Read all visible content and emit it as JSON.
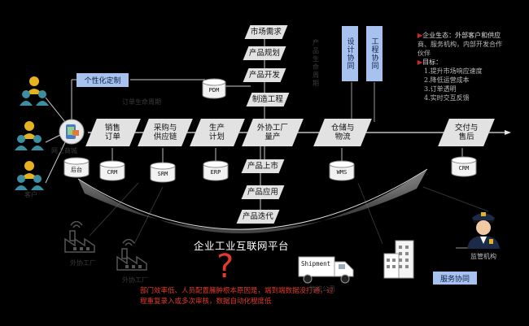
{
  "process_steps": {
    "sales": "销售\n订单",
    "procurement": "采购与\n供应链",
    "production": "生产\n计划",
    "outsourcing": "外协工厂\n量产",
    "warehouse": "仓储与\n物流",
    "delivery": "交付与\n售后"
  },
  "design_steps": [
    "市场需求",
    "产品规划",
    "产品开发",
    "制造工程"
  ],
  "lifecycle_steps": [
    "产品上市",
    "产品应用",
    "产品迭代"
  ],
  "systems": {
    "pdm": "PDM",
    "backend": "后台",
    "crm1": "CRM",
    "srm": "SRM",
    "erp": "ERP",
    "wms": "WMS",
    "crm2": "CRM"
  },
  "tags": {
    "personalization": "个性化定制",
    "design_collab": "设计协同",
    "engineering_collab": "工程协同",
    "service_collab": "服务协同"
  },
  "faint_labels": {
    "order_life": "订单生命周期",
    "product_life": "产品生命周期",
    "mall": "网上商城",
    "customer": "客户",
    "factory1": "外协工厂",
    "factory2": "外协工厂",
    "logistics": "物流公司"
  },
  "vehicle_label": "Shipment",
  "platform_title": "企业工业互联网平台",
  "police_label": "监管机构",
  "legend": {
    "head_lines": [
      "企业生态：外部客户和供应",
      "商、服务机构，内部开发合作",
      "伙伴"
    ],
    "goals_title": "目标：",
    "goals": [
      "1.提升市场响应速度",
      "2.降低运营成本",
      "3.订单透明",
      "4.实时交互反馈"
    ]
  },
  "problem_note": "部门效率低、人员配置臃肿根本原因是，端到端数据没打通，过程重复录入或多次审核，数据自动化程度低",
  "colors": {
    "background": "#000000",
    "step_fill": "#e2e2e2",
    "collab_blue": "#a8c2f0",
    "person_yellow": "#e5b222",
    "person_teal": "#3b8fa0",
    "alert_red": "#e23a2b"
  }
}
